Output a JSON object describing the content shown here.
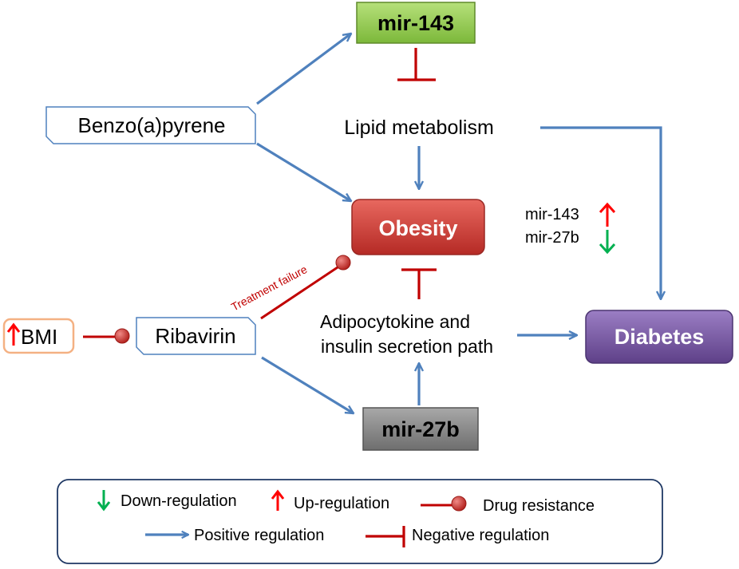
{
  "nodes": {
    "mir143": "mir-143",
    "benzo": "Benzo(a)pyrene",
    "lipid": "Lipid metabolism",
    "obesity": "Obesity",
    "bmi": "BMI",
    "ribavirin": "Ribavirin",
    "adipo_line1": "Adipocytokine and",
    "adipo_line2": "insulin secretion path",
    "diabetes": "Diabetes",
    "mir27b": "mir-27b",
    "treatment_failure": "Treatment failure"
  },
  "side_note": {
    "mir143": "mir-143",
    "mir27b": "mir-27b"
  },
  "legend": {
    "down": "Down-regulation",
    "up": "Up-regulation",
    "drug": "Drug resistance",
    "positive": "Positive regulation",
    "negative": "Negative regulation"
  },
  "colors": {
    "arrow_blue": "#4f81bd",
    "inhibit_red": "#c00000",
    "up_red": "#ff0000",
    "down_green": "#00b050",
    "mir143_green": "#92d050",
    "obesity_red": "#d9403c",
    "diabetes_purple": "#7f5fa8",
    "mir27b_gray": "#8c8c8c"
  }
}
